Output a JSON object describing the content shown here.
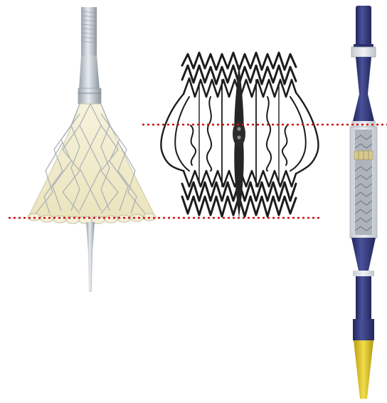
{
  "figure": {
    "panels": [
      {
        "id": "left",
        "subject": "device-left-icon"
      },
      {
        "id": "middle",
        "subject": "device-middle-icon"
      },
      {
        "id": "right",
        "subject": "device-right-icon"
      }
    ],
    "colors": {
      "background": "#ffffff",
      "reference_line": "#cc1111",
      "frame_metal": "#b9bec4",
      "skirt_fabric": "#f1eccb",
      "stent_dark": "#1c1c1c",
      "catheter_navy": "#343a78",
      "catheter_tip": "#e0c521"
    },
    "reference_lines": [
      {
        "name": "upper-reference-line",
        "style": "dotted"
      },
      {
        "name": "lower-reference-line",
        "style": "dotted"
      }
    ]
  }
}
